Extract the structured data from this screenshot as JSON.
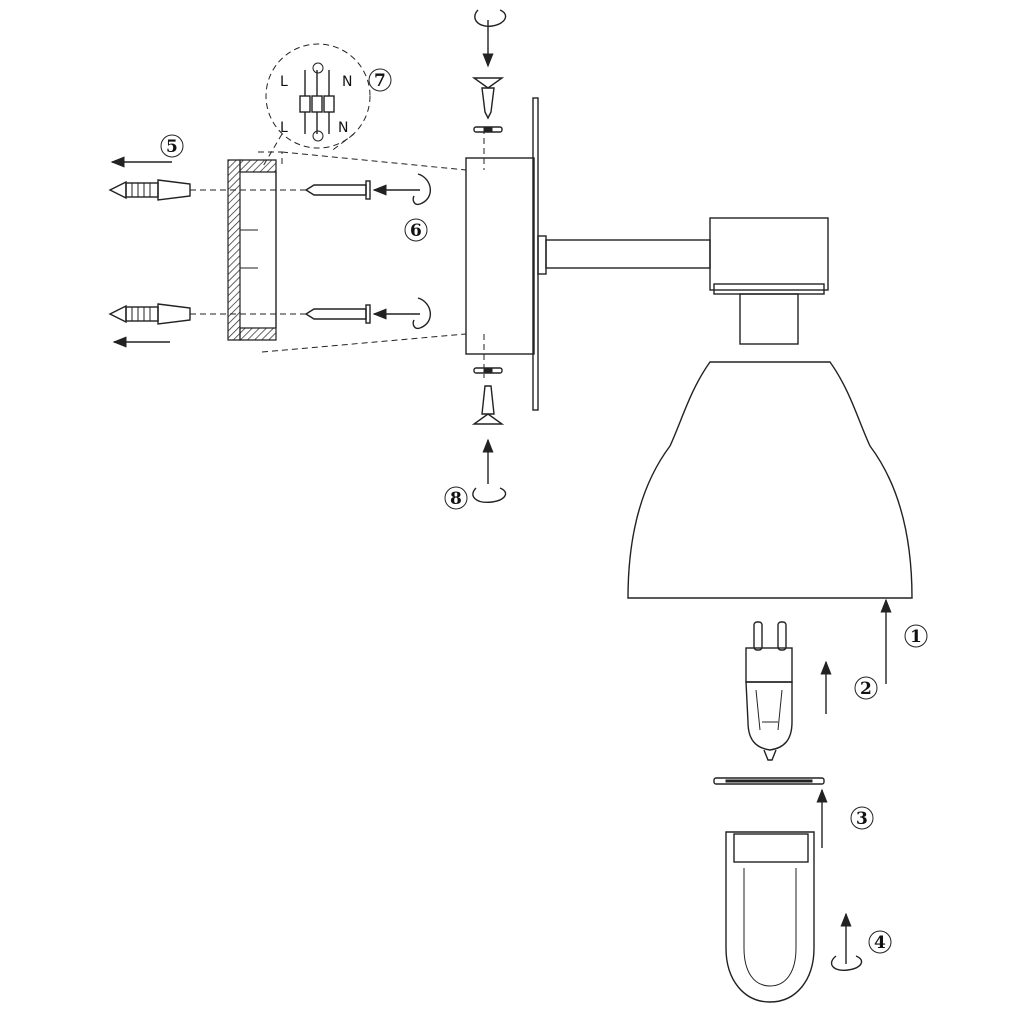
{
  "steps": [
    "1",
    "2",
    "3",
    "4",
    "5",
    "6",
    "7",
    "8"
  ],
  "wiring": {
    "live_top": "L",
    "neutral_top": "N",
    "live_bottom": "L",
    "neutral_bottom": "N"
  },
  "colors": {
    "line": "#222222",
    "background": "#ffffff"
  }
}
